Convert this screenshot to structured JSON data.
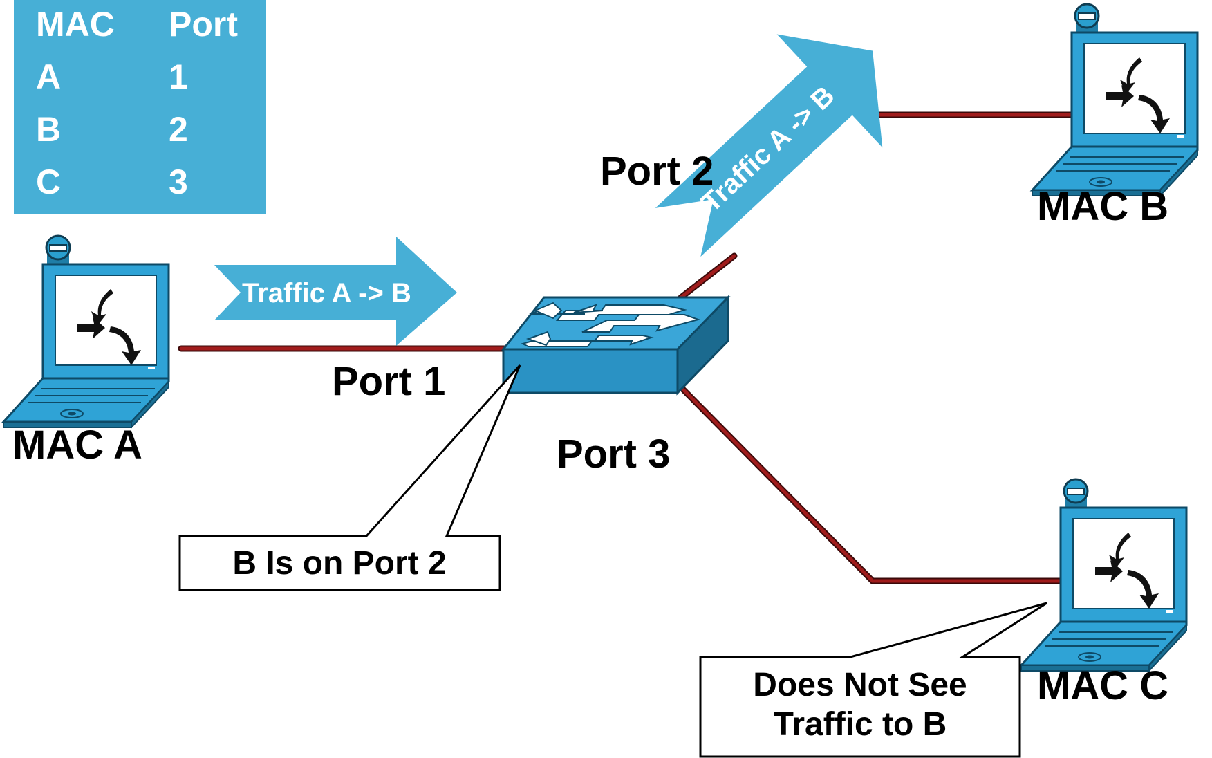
{
  "mac_table": {
    "headers": [
      "MAC",
      "Port"
    ],
    "rows": [
      {
        "mac": "A",
        "port": "1"
      },
      {
        "mac": "B",
        "port": "2"
      },
      {
        "mac": "C",
        "port": "3"
      }
    ]
  },
  "hosts": {
    "a": {
      "label": "MAC A"
    },
    "b": {
      "label": "MAC B"
    },
    "c": {
      "label": "MAC C"
    }
  },
  "ports": {
    "port1": "Port 1",
    "port2": "Port 2",
    "port3": "Port 3"
  },
  "traffic": {
    "arrow1": "Traffic A -> B",
    "arrow2": "Traffic A -> B"
  },
  "callouts": {
    "switch_note": "B Is on Port 2",
    "host_c_note_line1": "Does Not See",
    "host_c_note_line2": "Traffic to B"
  },
  "colors": {
    "accent_blue": "#47afd6",
    "link_red": "#a01c1c",
    "switch_blue": "#2f9fd0"
  }
}
